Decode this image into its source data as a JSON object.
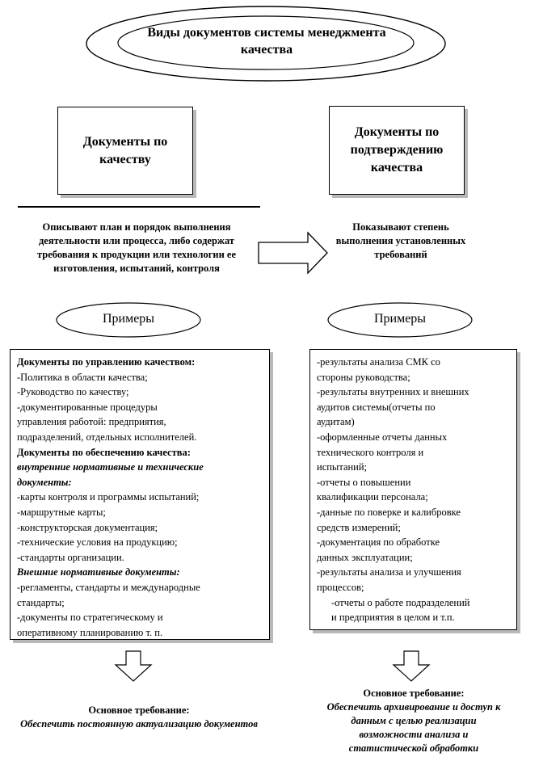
{
  "title": "Виды документов системы менеджмента качества",
  "left": {
    "header": "Документы по качеству",
    "description": "Описывают план и порядок выполнения деятельности или процесса, либо содержат требования к продукции или технологии ее изготовления, испытаний, контроля",
    "examples_label": "Примеры",
    "examples": [
      {
        "text": "Документы по управлению качеством:",
        "style": "b"
      },
      {
        "text": "-Политика в области качества;",
        "style": ""
      },
      {
        "text": "-Руководство по качеству;",
        "style": ""
      },
      {
        "text": "-документированные процедуры",
        "style": ""
      },
      {
        "text": "управления работой: предприятия,",
        "style": ""
      },
      {
        "text": "подразделений, отдельных исполнителей.",
        "style": ""
      },
      {
        "text": "Документы по обеспечению качества:",
        "style": "b"
      },
      {
        "text": "внутренние нормативные и технические",
        "style": "bi"
      },
      {
        "text": "документы:",
        "style": "bi"
      },
      {
        "text": "-карты контроля и программы испытаний;",
        "style": ""
      },
      {
        "text": "-маршрутные карты;",
        "style": ""
      },
      {
        "text": "-конструкторская документация;",
        "style": ""
      },
      {
        "text": "-технические условия на продукцию;",
        "style": ""
      },
      {
        "text": "-стандарты организации.",
        "style": ""
      },
      {
        "text": "Внешние нормативные документы:",
        "style": "bi"
      },
      {
        "text": "-регламенты, стандарты и международные",
        "style": ""
      },
      {
        "text": "стандарты;",
        "style": ""
      },
      {
        "text": "-документы по стратегическому и",
        "style": ""
      },
      {
        "text": "оперативному планированию т. п.",
        "style": ""
      }
    ],
    "requirement_heading": "Основное требование:",
    "requirement_text": "Обеспечить постоянную актуализацию документов"
  },
  "right": {
    "header": "Документы по подтверждению качества",
    "description": "Показывают степень выполнения установленных требований",
    "examples_label": "Примеры",
    "examples": [
      {
        "text": "-результаты анализа СМК со",
        "style": ""
      },
      {
        "text": "стороны руководства;",
        "style": ""
      },
      {
        "text": "-результаты внутренних и внешних",
        "style": ""
      },
      {
        "text": "аудитов системы(отчеты по",
        "style": ""
      },
      {
        "text": "аудитам)",
        "style": ""
      },
      {
        "text": "-оформленные отчеты данных",
        "style": ""
      },
      {
        "text": "технического контроля и",
        "style": ""
      },
      {
        "text": "испытаний;",
        "style": ""
      },
      {
        "text": "-отчеты о повышении",
        "style": ""
      },
      {
        "text": "квалификации персонала;",
        "style": ""
      },
      {
        "text": "-данные по поверке и калибровке",
        "style": ""
      },
      {
        "text": "средств измерений;",
        "style": ""
      },
      {
        "text": "-документация по обработке",
        "style": ""
      },
      {
        "text": "данных эксплуатации;",
        "style": ""
      },
      {
        "text": "-результаты анализа и улучшения",
        "style": ""
      },
      {
        "text": "процессов;",
        "style": ""
      },
      {
        "text": "-отчеты о работе подразделений",
        "style": "ind"
      },
      {
        "text": "и предприятия в целом и т.п.",
        "style": "ind"
      }
    ],
    "requirement_heading": "Основное требование:",
    "requirement_text": "Обеспечить архивирование и доступ к данным с целью реализации возможности анализа и статистической обработки"
  }
}
